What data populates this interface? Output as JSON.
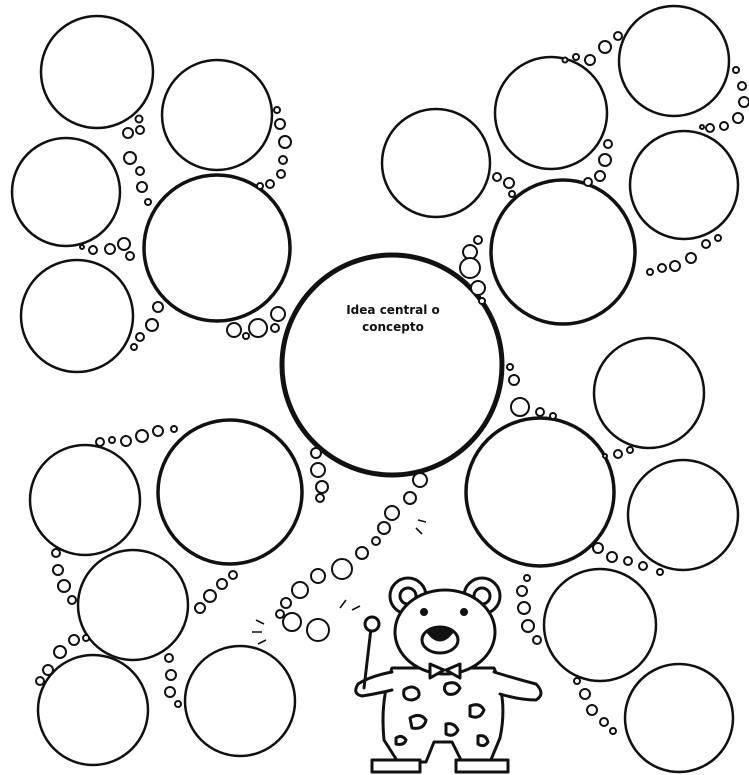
{
  "central_idea": {
    "line1": "Idea central o",
    "line2": "concepto"
  },
  "figure": {
    "mascot": "bear-blowing-bubbles",
    "bubble_color": "#111111",
    "background": "#ffffff"
  }
}
